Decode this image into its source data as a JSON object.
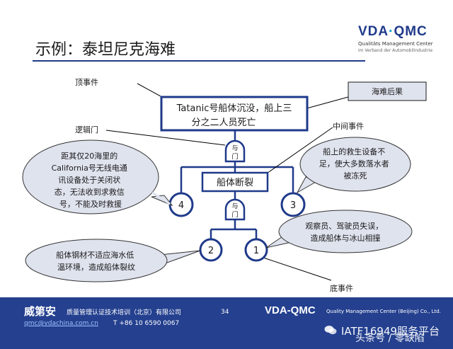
{
  "title": "示例：泰坦尼克海难",
  "logo": {
    "main_prefix": "VDA",
    "main_sep": "·",
    "main_suffix": "QMC",
    "sub1": "Qualitäts Management Center",
    "sub2": "im Verband der Automobilindustrie"
  },
  "labels": {
    "top_event": "顶事件",
    "logic_gate": "逻辑门",
    "intermediate_event": "中间事件",
    "bottom_event": "底事件",
    "consequence": "海难后果"
  },
  "events": {
    "top_line1": "Tatanic号船体沉没，船上三",
    "top_line2": "分之二人员死亡",
    "middle": "船体断裂"
  },
  "gates": {
    "or1_line1": "与",
    "or1_line2": "门",
    "or2_line1": "与",
    "or2_line2": "门"
  },
  "basic_events": {
    "e1": "1",
    "e2": "2",
    "e3": "3",
    "e4": "4"
  },
  "callouts": {
    "c4": [
      "距其仅20海里的",
      "California号无线电通",
      "讯设备处于关闭状",
      "态，无法收到求救信",
      "号，不能及时救援"
    ],
    "c3": [
      "船上的救生设备不",
      "足，使大多数落水者",
      "被冻死"
    ],
    "c1": [
      "观察员、驾驶员失误，",
      "造成船体与冰山相撞"
    ],
    "c2": [
      "船体钢材不适应海水低",
      "温环境，造成船体裂纹"
    ]
  },
  "footer": {
    "company": "威第安",
    "company_desc": "质量管理认证技术培训（北京）有限公司",
    "email": "qmc@vdachina.com.cn",
    "phone": "T +86 10 6590 0067",
    "page": "34",
    "brand": "VDA-QMC",
    "brand_desc": "Quality Management Center (Beijing) Co., Ltd.",
    "watermark": "IATF16949服务平台",
    "watermark2": "头条号 / 零缺陷"
  },
  "colors": {
    "navy": "#1f3a8a",
    "callout_fill": "#dfe3ee",
    "footer_bg": "#24408f"
  }
}
